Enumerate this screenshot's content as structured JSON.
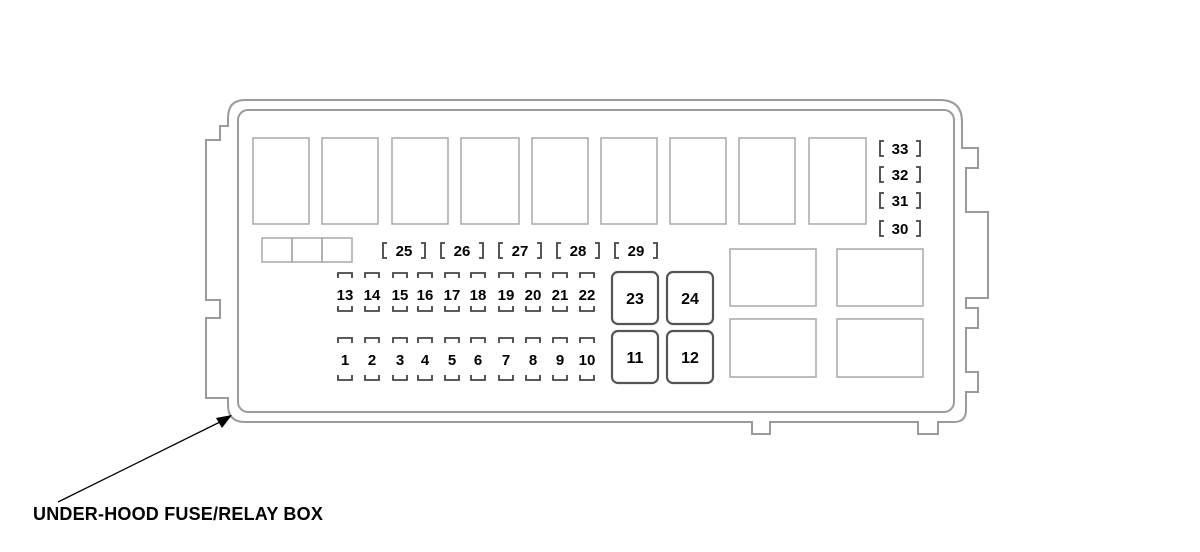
{
  "caption": "UNDER-HOOD FUSE/RELAY BOX",
  "colors": {
    "outline": "#9a9a9a",
    "fuse_outline": "#5a5a5a",
    "text": "#000000"
  },
  "fuses": {
    "top_row": [
      "13",
      "14",
      "15",
      "16",
      "17",
      "18",
      "19",
      "20",
      "21",
      "22"
    ],
    "bottom_row": [
      "1",
      "2",
      "3",
      "4",
      "5",
      "6",
      "7",
      "8",
      "9",
      "10"
    ],
    "large_top": [
      "23",
      "24"
    ],
    "large_bottom": [
      "11",
      "12"
    ],
    "bracket_row": [
      "25",
      "26",
      "27",
      "28",
      "29"
    ],
    "bracket_column": [
      "33",
      "32",
      "31",
      "30"
    ]
  }
}
